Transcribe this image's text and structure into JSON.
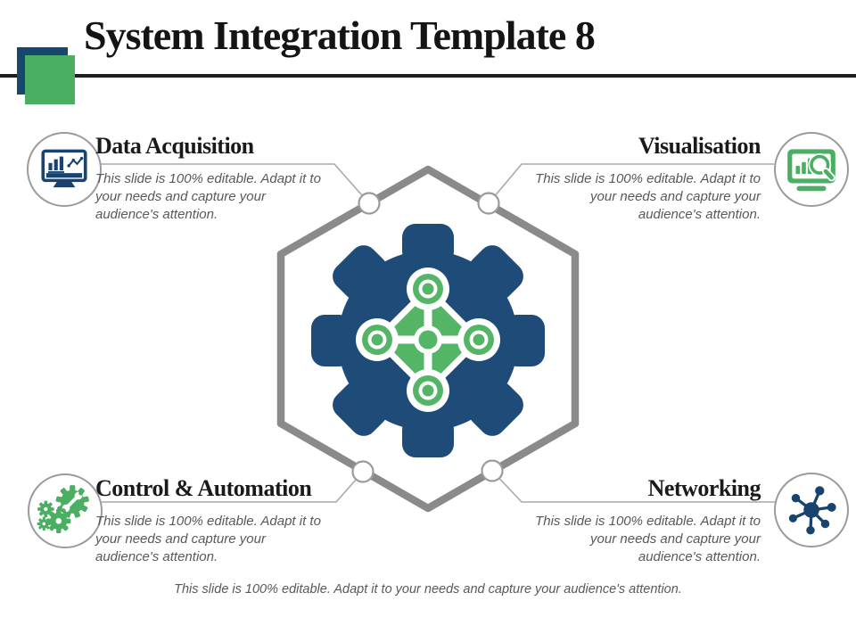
{
  "header": {
    "title": "System Integration Template 8"
  },
  "sections": [
    {
      "key": "data-acquisition",
      "title": "Data Acquisition",
      "body": "This slide is 100% editable. Adapt it to your needs and capture your audience's attention.",
      "icon": "monitor-chart-icon",
      "position": "top-left"
    },
    {
      "key": "visualisation",
      "title": "Visualisation",
      "body": "This slide is 100% editable. Adapt it to your needs and capture your audience's attention.",
      "icon": "monitor-magnifier-icon",
      "position": "top-right"
    },
    {
      "key": "control-automation",
      "title": "Control & Automation",
      "body": "This slide is 100% editable. Adapt it to your needs and capture your audience's attention.",
      "icon": "gears-wrench-icon",
      "position": "bottom-left"
    },
    {
      "key": "networking",
      "title": "Networking",
      "body": "This slide is 100% editable. Adapt it to your needs and capture your audience's attention.",
      "icon": "network-hub-icon",
      "position": "bottom-right"
    }
  ],
  "footer": {
    "text": "This slide is 100% editable. Adapt it to your needs and capture your audience's attention."
  },
  "colors": {
    "navy": "#17436e",
    "green": "#4aae63",
    "gear_navy": "#1e4b78",
    "gear_green": "#55b567",
    "hexagon_gray": "#8a8a8a",
    "connector_gray": "#a9a9a9",
    "node_stroke_gray": "#9b9b9b",
    "body_text_gray": "#595959",
    "heading_black": "#1a1a1a",
    "rule_black": "#1f1f1f"
  }
}
